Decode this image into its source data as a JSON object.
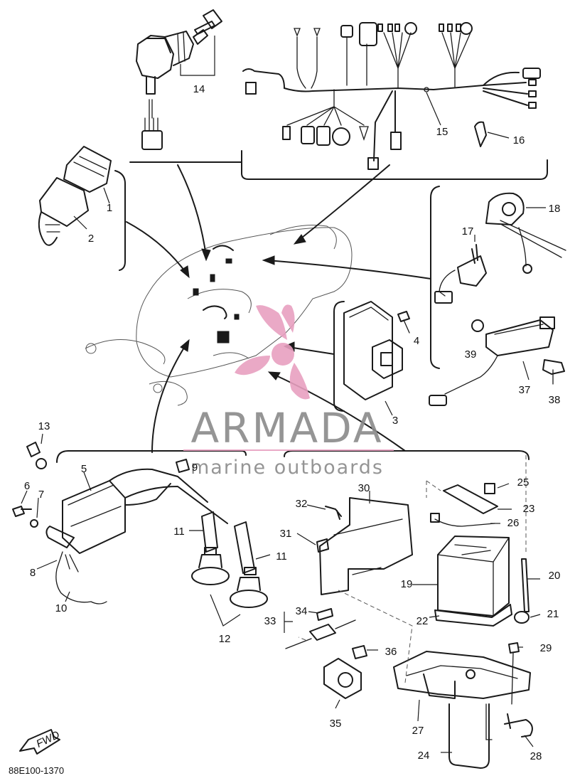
{
  "watermark": {
    "brand": "ARMADA",
    "tagline": "marine outboards",
    "logo_color": "#e8a0c0",
    "text_color": "#8a8a8a"
  },
  "diagram_code": "88E100-1370",
  "direction_marker": "FWD",
  "part_labels": [
    {
      "id": "1",
      "text": "1"
    },
    {
      "id": "2",
      "text": "2"
    },
    {
      "id": "3",
      "text": "3"
    },
    {
      "id": "4",
      "text": "4"
    },
    {
      "id": "5",
      "text": "5"
    },
    {
      "id": "6",
      "text": "6"
    },
    {
      "id": "7",
      "text": "7"
    },
    {
      "id": "8",
      "text": "8"
    },
    {
      "id": "9",
      "text": "9"
    },
    {
      "id": "10",
      "text": "10"
    },
    {
      "id": "11a",
      "text": "11"
    },
    {
      "id": "11b",
      "text": "11"
    },
    {
      "id": "12",
      "text": "12"
    },
    {
      "id": "13",
      "text": "13"
    },
    {
      "id": "14",
      "text": "14"
    },
    {
      "id": "15",
      "text": "15"
    },
    {
      "id": "16",
      "text": "16"
    },
    {
      "id": "17",
      "text": "17"
    },
    {
      "id": "18",
      "text": "18"
    },
    {
      "id": "19",
      "text": "19"
    },
    {
      "id": "20",
      "text": "20"
    },
    {
      "id": "21",
      "text": "21"
    },
    {
      "id": "22",
      "text": "22"
    },
    {
      "id": "23",
      "text": "23"
    },
    {
      "id": "24",
      "text": "24"
    },
    {
      "id": "25",
      "text": "25"
    },
    {
      "id": "26",
      "text": "26"
    },
    {
      "id": "27",
      "text": "27"
    },
    {
      "id": "28",
      "text": "28"
    },
    {
      "id": "29",
      "text": "29"
    },
    {
      "id": "30",
      "text": "30"
    },
    {
      "id": "31",
      "text": "31"
    },
    {
      "id": "32",
      "text": "32"
    },
    {
      "id": "33",
      "text": "33"
    },
    {
      "id": "34",
      "text": "34"
    },
    {
      "id": "35",
      "text": "35"
    },
    {
      "id": "36",
      "text": "36"
    },
    {
      "id": "37",
      "text": "37"
    },
    {
      "id": "38",
      "text": "38"
    },
    {
      "id": "39",
      "text": "39"
    }
  ]
}
